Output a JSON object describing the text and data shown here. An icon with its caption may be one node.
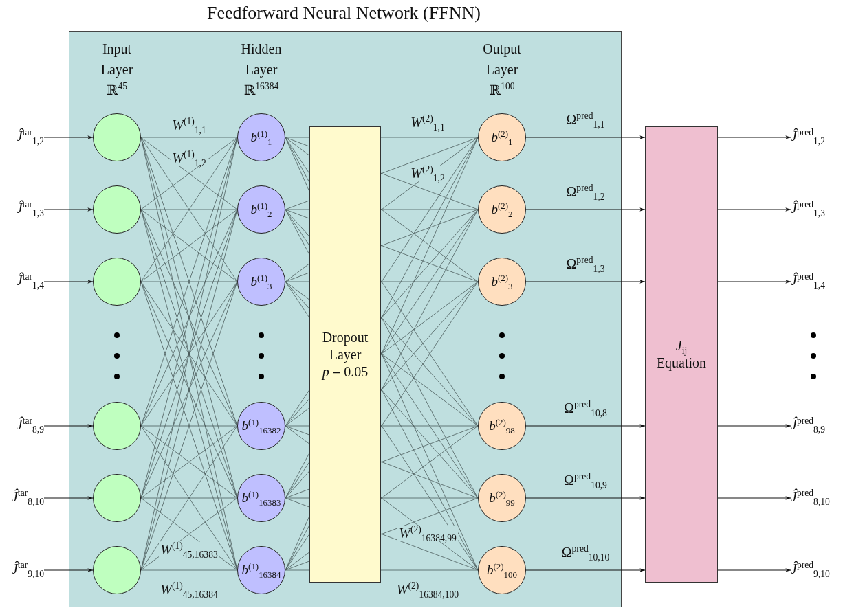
{
  "diagram": {
    "title": "Feedforward Neural Network (FFNN)",
    "nodes": [
      {
        "text": [
          "*Ĵ*$^{tar}$$_{1,2}$"
        ]
      },
      {
        "text": [
          "*Ĵ*$^{tar}$$_{1,3}$"
        ]
      },
      {
        "text": [
          "*Ĵ*$^{tar}$$_{1,4}$"
        ]
      },
      {
        "text": [
          "*Ĵ*$^{tar}$$_{8,9}$"
        ]
      },
      {
        "text": [
          "*Ĵ*$^{tar}$$_{8,10}$"
        ]
      },
      {
        "text": [
          "*Ĵ*$^{tar}$$_{9,10}$"
        ]
      },
      {
        "text": [],
        "shape": "circle"
      },
      {
        "text": [],
        "shape": "circle"
      },
      {
        "text": [],
        "shape": "circle"
      },
      {
        "text": [],
        "shape": "circle"
      },
      {
        "text": [],
        "shape": "circle"
      },
      {
        "text": [],
        "shape": "circle"
      },
      {
        "text": [
          "*b*$^{(1)}$$_{1}$"
        ]
      },
      {
        "text": [
          "*b*$^{(1)}$$_{2}$"
        ]
      },
      {
        "text": [
          "*b*$^{(1)}$$_{3}$"
        ]
      },
      {
        "text": [
          "*b*$^{(1)}$$_{16382}$"
        ]
      },
      {
        "text": [
          "*b*$^{(1)}$$_{16383}$"
        ]
      },
      {
        "text": [
          "*b*$^{(1)}$$_{16384}$"
        ]
      },
      {
        "text": [
          "Dropout Layer",
          "*p* = 0.05"
        ]
      },
      {
        "text": [
          "*b*$^{(2)}$$_{1}$"
        ]
      },
      {
        "text": [
          "*b*$^{(2)}$$_{2}$"
        ]
      },
      {
        "text": [
          "*b*$^{(2)}$$_{3}$"
        ]
      },
      {
        "text": [
          "*b*$^{(2)}$$_{98}$"
        ]
      },
      {
        "text": [
          "*b*$^{(2)}$$_{99}$"
        ]
      },
      {
        "text": [
          "*b*$^{(2)}$$_{100}$"
        ]
      },
      {
        "text": [
          "*J*$_{ij}$ Equation"
        ]
      },
      {
        "text": [
          "*Ĵ*$^{pred}$$_{1,2}$"
        ]
      },
      {
        "text": [
          "*Ĵ*$^{pred}$$_{1,3}$"
        ]
      },
      {
        "text": [
          "*Ĵ*$^{pred}$$_{1,4}$"
        ]
      },
      {
        "text": [
          "*Ĵ*$^{pred}$$_{8,9}$"
        ]
      },
      {
        "text": [
          "*Ĵ*$^{pred}$$_{8,10}$"
        ]
      },
      {
        "text": [
          "*Ĵ*$^{pred}$$_{9,10}$"
        ]
      }
    ],
    "edges": [
      {
        "from": 0,
        "to": 6,
        "arrow": "to"
      },
      {
        "from": 1,
        "to": 7,
        "arrow": "to"
      },
      {
        "from": 2,
        "to": 8,
        "arrow": "to"
      },
      {
        "from": 3,
        "to": 9,
        "arrow": "to"
      },
      {
        "from": 4,
        "to": 10,
        "arrow": "to"
      },
      {
        "from": 5,
        "to": 11,
        "arrow": "to"
      },
      {
        "from": 6,
        "to": 12,
        "arrow": "none",
        "label": "*W*$^{(1)}$$_{1,1}$"
      },
      {
        "from": 6,
        "to": 13,
        "arrow": "none",
        "label": "*W*$^{(1)}$$_{1,2}$"
      },
      {
        "from": 6,
        "to": 14,
        "arrow": "none"
      },
      {
        "from": 6,
        "to": 15,
        "arrow": "none"
      },
      {
        "from": 6,
        "to": 16,
        "arrow": "none"
      },
      {
        "from": 6,
        "to": 17,
        "arrow": "none"
      },
      {
        "from": 7,
        "to": 12,
        "arrow": "none"
      },
      {
        "from": 7,
        "to": 13,
        "arrow": "none"
      },
      {
        "from": 7,
        "to": 14,
        "arrow": "none"
      },
      {
        "from": 7,
        "to": 15,
        "arrow": "none"
      },
      {
        "from": 7,
        "to": 16,
        "arrow": "none"
      },
      {
        "from": 7,
        "to": 17,
        "arrow": "none"
      },
      {
        "from": 8,
        "to": 12,
        "arrow": "none"
      },
      {
        "from": 8,
        "to": 13,
        "arrow": "none"
      },
      {
        "from": 8,
        "to": 14,
        "arrow": "none"
      },
      {
        "from": 8,
        "to": 15,
        "arrow": "none"
      },
      {
        "from": 8,
        "to": 16,
        "arrow": "none"
      },
      {
        "from": 8,
        "to": 17,
        "arrow": "none"
      },
      {
        "from": 9,
        "to": 12,
        "arrow": "none"
      },
      {
        "from": 9,
        "to": 13,
        "arrow": "none"
      },
      {
        "from": 9,
        "to": 14,
        "arrow": "none"
      },
      {
        "from": 9,
        "to": 15,
        "arrow": "none"
      },
      {
        "from": 9,
        "to": 16,
        "arrow": "none"
      },
      {
        "from": 9,
        "to": 17,
        "arrow": "none"
      },
      {
        "from": 10,
        "to": 12,
        "arrow": "none"
      },
      {
        "from": 10,
        "to": 13,
        "arrow": "none"
      },
      {
        "from": 10,
        "to": 14,
        "arrow": "none"
      },
      {
        "from": 10,
        "to": 15,
        "arrow": "none"
      },
      {
        "from": 10,
        "to": 16,
        "arrow": "none"
      },
      {
        "from": 10,
        "to": 17,
        "arrow": "none"
      },
      {
        "from": 11,
        "to": 12,
        "arrow": "none"
      },
      {
        "from": 11,
        "to": 13,
        "arrow": "none"
      },
      {
        "from": 11,
        "to": 14,
        "arrow": "none"
      },
      {
        "from": 11,
        "to": 15,
        "arrow": "none"
      },
      {
        "from": 11,
        "to": 16,
        "arrow": "none",
        "label": "*W*$^{(1)}$$_{45,16383}$"
      },
      {
        "from": 11,
        "to": 17,
        "arrow": "none",
        "label": "*W*$^{(1)}$$_{45,16384}$"
      },
      {
        "from": 12,
        "to": 18,
        "arrow": "none"
      },
      {
        "from": 12,
        "to": 18,
        "arrow": "none"
      },
      {
        "from": 12,
        "to": 18,
        "arrow": "none"
      },
      {
        "from": 12,
        "to": 18,
        "arrow": "none"
      },
      {
        "from": 12,
        "to": 18,
        "arrow": "none"
      },
      {
        "from": 12,
        "to": 18,
        "arrow": "none"
      },
      {
        "from": 13,
        "to": 18,
        "arrow": "none"
      },
      {
        "from": 13,
        "to": 18,
        "arrow": "none"
      },
      {
        "from": 13,
        "to": 18,
        "arrow": "none"
      },
      {
        "from": 13,
        "to": 18,
        "arrow": "none"
      },
      {
        "from": 13,
        "to": 18,
        "arrow": "none"
      },
      {
        "from": 13,
        "to": 18,
        "arrow": "none"
      },
      {
        "from": 14,
        "to": 18,
        "arrow": "none"
      },
      {
        "from": 14,
        "to": 18,
        "arrow": "none"
      },
      {
        "from": 14,
        "to": 18,
        "arrow": "none"
      },
      {
        "from": 14,
        "to": 18,
        "arrow": "none"
      },
      {
        "from": 14,
        "to": 18,
        "arrow": "none"
      },
      {
        "from": 14,
        "to": 18,
        "arrow": "none"
      },
      {
        "from": 15,
        "to": 18,
        "arrow": "none"
      },
      {
        "from": 15,
        "to": 18,
        "arrow": "none"
      },
      {
        "from": 15,
        "to": 18,
        "arrow": "none"
      },
      {
        "from": 15,
        "to": 18,
        "arrow": "none"
      },
      {
        "from": 15,
        "to": 18,
        "arrow": "none"
      },
      {
        "from": 15,
        "to": 18,
        "arrow": "none"
      },
      {
        "from": 16,
        "to": 18,
        "arrow": "none"
      },
      {
        "from": 16,
        "to": 18,
        "arrow": "none"
      },
      {
        "from": 16,
        "to": 18,
        "arrow": "none"
      },
      {
        "from": 16,
        "to": 18,
        "arrow": "none"
      },
      {
        "from": 16,
        "to": 18,
        "arrow": "none"
      },
      {
        "from": 16,
        "to": 18,
        "arrow": "none"
      },
      {
        "from": 17,
        "to": 18,
        "arrow": "none"
      },
      {
        "from": 17,
        "to": 18,
        "arrow": "none"
      },
      {
        "from": 17,
        "to": 18,
        "arrow": "none"
      },
      {
        "from": 17,
        "to": 18,
        "arrow": "none"
      },
      {
        "from": 17,
        "to": 18,
        "arrow": "none"
      },
      {
        "from": 17,
        "to": 18,
        "arrow": "none"
      },
      {
        "from": 18,
        "to": 19,
        "arrow": "none",
        "label": "*W*$^{(2)}$$_{1,1}$"
      },
      {
        "from": 18,
        "to": 19,
        "arrow": "none"
      },
      {
        "from": 18,
        "to": 19,
        "arrow": "none"
      },
      {
        "from": 18,
        "to": 19,
        "arrow": "none"
      },
      {
        "from": 18,
        "to": 19,
        "arrow": "none"
      },
      {
        "from": 18,
        "to": 19,
        "arrow": "none"
      },
      {
        "from": 18,
        "to": 20,
        "arrow": "none",
        "label": "*W*$^{(2)}$$_{1,2}$"
      },
      {
        "from": 18,
        "to": 20,
        "arrow": "none"
      },
      {
        "from": 18,
        "to": 20,
        "arrow": "none"
      },
      {
        "from": 18,
        "to": 20,
        "arrow": "none"
      },
      {
        "from": 18,
        "to": 20,
        "arrow": "none"
      },
      {
        "from": 18,
        "to": 20,
        "arrow": "none"
      },
      {
        "from": 18,
        "to": 21,
        "arrow": "none"
      },
      {
        "from": 18,
        "to": 21,
        "arrow": "none"
      },
      {
        "from": 18,
        "to": 21,
        "arrow": "none"
      },
      {
        "from": 18,
        "to": 21,
        "arrow": "none"
      },
      {
        "from": 18,
        "to": 21,
        "arrow": "none"
      },
      {
        "from": 18,
        "to": 21,
        "arrow": "none"
      },
      {
        "from": 18,
        "to": 22,
        "arrow": "none"
      },
      {
        "from": 18,
        "to": 22,
        "arrow": "none"
      },
      {
        "from": 18,
        "to": 22,
        "arrow": "none"
      },
      {
        "from": 18,
        "to": 22,
        "arrow": "none"
      },
      {
        "from": 18,
        "to": 22,
        "arrow": "none"
      },
      {
        "from": 18,
        "to": 22,
        "arrow": "none"
      },
      {
        "from": 18,
        "to": 23,
        "arrow": "none"
      },
      {
        "from": 18,
        "to": 23,
        "arrow": "none"
      },
      {
        "from": 18,
        "to": 23,
        "arrow": "none"
      },
      {
        "from": 18,
        "to": 23,
        "arrow": "none"
      },
      {
        "from": 18,
        "to": 23,
        "arrow": "none"
      },
      {
        "from": 18,
        "to": 23,
        "arrow": "none",
        "label": "*W*$^{(2)}$$_{16384,99}$"
      },
      {
        "from": 18,
        "to": 24,
        "arrow": "none"
      },
      {
        "from": 18,
        "to": 24,
        "arrow": "none"
      },
      {
        "from": 18,
        "to": 24,
        "arrow": "none"
      },
      {
        "from": 18,
        "to": 24,
        "arrow": "none"
      },
      {
        "from": 18,
        "to": 24,
        "arrow": "none"
      },
      {
        "from": 18,
        "to": 24,
        "arrow": "none",
        "label": "*W*$^{(2)}$$_{16384,100}$"
      },
      {
        "from": 19,
        "to": 25,
        "arrow": "to",
        "label": "Ω$^{pred}$$_{1,1}$"
      },
      {
        "from": 20,
        "to": 25,
        "arrow": "to",
        "label": "Ω$^{pred}$$_{1,2}$"
      },
      {
        "from": 21,
        "to": 25,
        "arrow": "to",
        "label": "Ω$^{pred}$$_{1,3}$"
      },
      {
        "from": 22,
        "to": 25,
        "arrow": "to",
        "label": "Ω$^{pred}$$_{10,8}$"
      },
      {
        "from": 23,
        "to": 25,
        "arrow": "to",
        "label": "Ω$^{pred}$$_{10,9}$"
      },
      {
        "from": 24,
        "to": 25,
        "arrow": "to",
        "label": "Ω$^{pred}$$_{10,10}$"
      },
      {
        "from": 25,
        "to": 26,
        "arrow": "to"
      },
      {
        "from": 25,
        "to": 27,
        "arrow": "to"
      },
      {
        "from": 25,
        "to": 28,
        "arrow": "to"
      },
      {
        "from": 25,
        "to": 29,
        "arrow": "to"
      },
      {
        "from": 25,
        "to": 30,
        "arrow": "to"
      },
      {
        "from": 25,
        "to": 31,
        "arrow": "to"
      }
    ],
    "labels": [
      "Input Layer ℝ$^{45}$",
      "Hidden Layer ℝ$^{16384}$",
      "Output Layer ℝ$^{100}$"
    ]
  }
}
